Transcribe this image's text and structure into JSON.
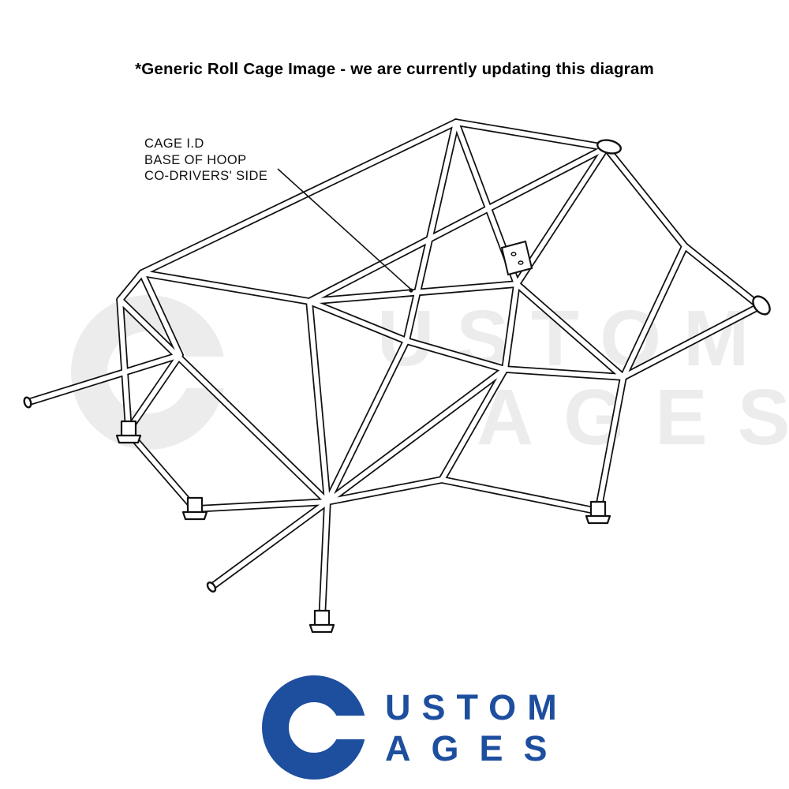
{
  "notice": {
    "text": "*Generic Roll Cage Image - we are currently updating this diagram"
  },
  "callout": {
    "line1": "CAGE I.D",
    "line2": "BASE OF HOOP",
    "line3": "CO-DRIVERS' SIDE"
  },
  "watermark": {
    "c": "C",
    "word_top": "USTOM",
    "word_bottom": "AGES",
    "color": "#ececec"
  },
  "logo": {
    "c": "C",
    "word_top": "USTOM",
    "word_bottom": "AGES",
    "color": "#1e4e9e"
  },
  "diagram": {
    "subject": "generic weld-in roll cage, isometric line drawing",
    "line_color": "#111111",
    "tube_fill": "#ffffff"
  }
}
